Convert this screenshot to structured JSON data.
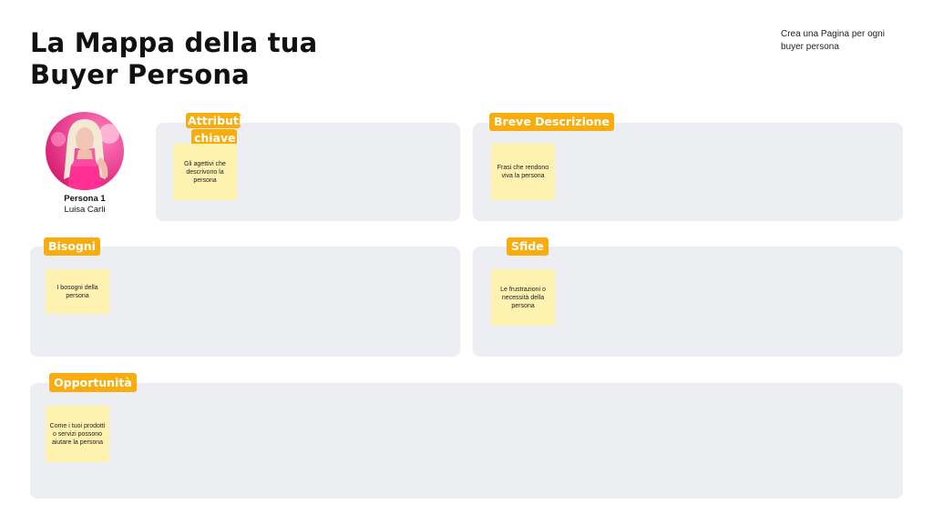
{
  "header": {
    "title_line1": "La Mappa della tua",
    "title_line2": "Buyer Persona",
    "hint": "Crea una Pagina per ogni buyer persona"
  },
  "persona": {
    "number": "Persona 1",
    "name": "Luisa Carli",
    "avatar_icon": "persona-photo"
  },
  "sections": {
    "attributi": {
      "tag_line1": "Attributi",
      "tag_line2": "chiave",
      "note": "Gli agettivi che descrivono la persona"
    },
    "descrizione": {
      "tag": "Breve Descrizione",
      "note": "Frasi che rendono viva  la persona"
    },
    "bisogni": {
      "tag": "Bisogni",
      "note": "I bosogni della persona"
    },
    "sfide": {
      "tag": "Sfide",
      "note": "Le frustrazioni o necessità della persona"
    },
    "opportunita": {
      "tag": "Opportunità",
      "note": "Come i tuoi prodotti o servizi possono aiutare la persona"
    }
  },
  "colors": {
    "tag": "#f8ac0d",
    "panel": "#eceef1",
    "sticky_note": "#fff2b0",
    "avatar_bg": "#e0207a"
  }
}
